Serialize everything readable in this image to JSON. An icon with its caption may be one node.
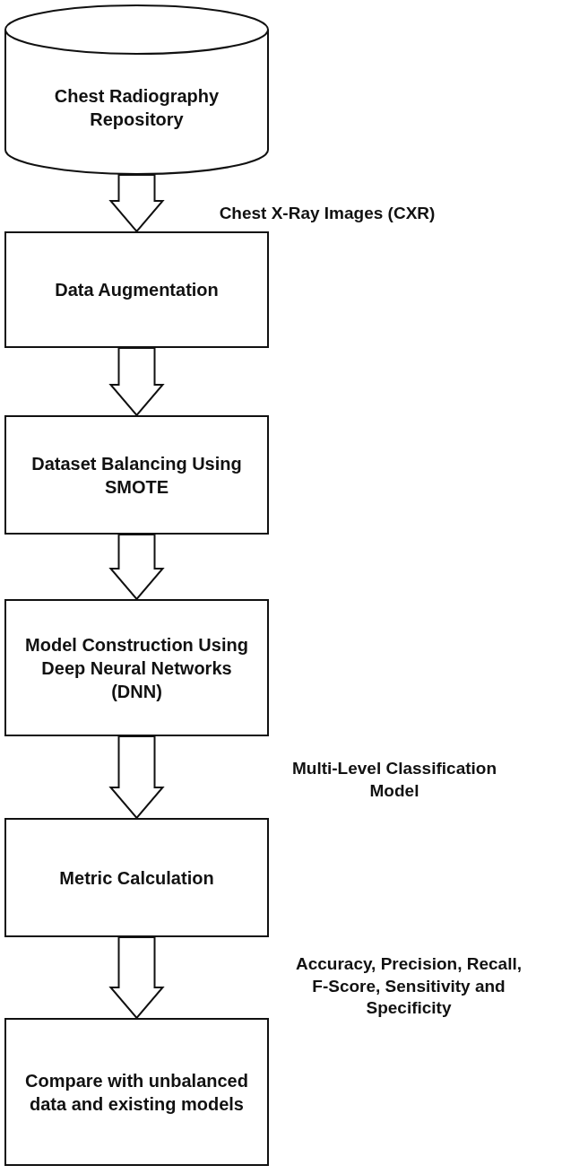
{
  "diagram": {
    "nodes": [
      {
        "text": [
          "Chest Radiography Repository"
        ]
      },
      {
        "text": [
          "Data Augmentation"
        ]
      },
      {
        "text": [
          "Dataset Balancing Using SMOTE"
        ]
      },
      {
        "text": [
          "Model Construction Using Deep Neural Networks (DNN)"
        ]
      },
      {
        "text": [
          "Metric Calculation"
        ]
      },
      {
        "text": [
          "Compare with unbalanced data and existing models"
        ]
      }
    ],
    "edges": [
      {
        "from": 0,
        "to": 1,
        "arrow": "to"
      },
      {
        "from": 1,
        "to": 2,
        "arrow": "to"
      },
      {
        "from": 2,
        "to": 3,
        "arrow": "to"
      },
      {
        "from": 3,
        "to": 4,
        "arrow": "to"
      },
      {
        "from": 4,
        "to": 5,
        "arrow": "to"
      }
    ],
    "labels": [
      "Chest X-Ray Images (CXR)",
      "Multi-Level Classification Model",
      "Accuracy, Precision, Recall, F-Score, Sensitivity and Specificity"
    ]
  }
}
